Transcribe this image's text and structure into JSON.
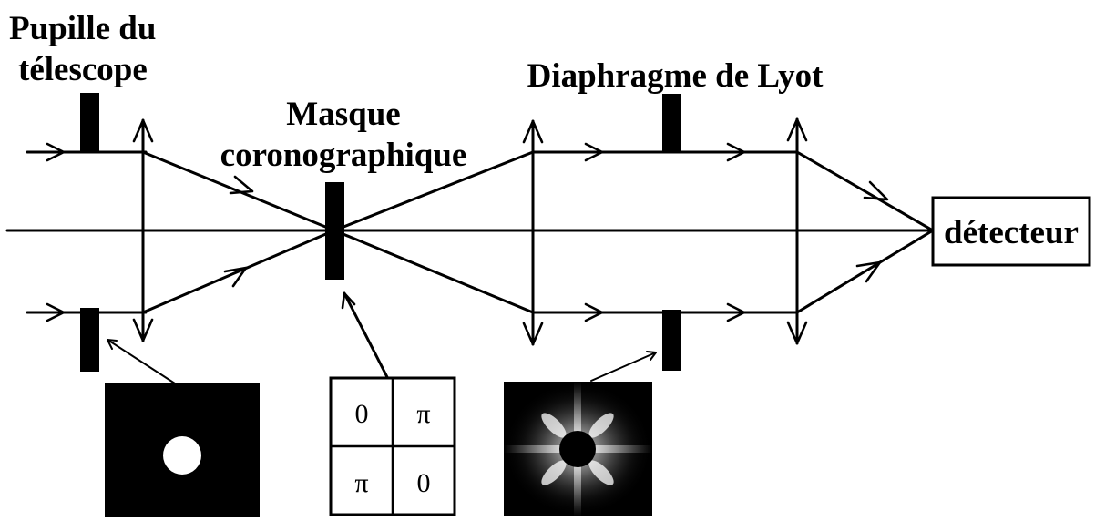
{
  "labels": {
    "pupil_line1": "Pupille du",
    "pupil_line2": "télescope",
    "mask_line1": "Masque",
    "mask_line2": "coronographique",
    "lyot": "Diaphragme de Lyot",
    "detector": "détecteur"
  },
  "phase_mask": {
    "top_left": "0",
    "top_right": "π",
    "bottom_left": "π",
    "bottom_right": "0"
  },
  "colors": {
    "ink": "#000000",
    "background": "#ffffff",
    "inset_light": "#ffffff"
  }
}
